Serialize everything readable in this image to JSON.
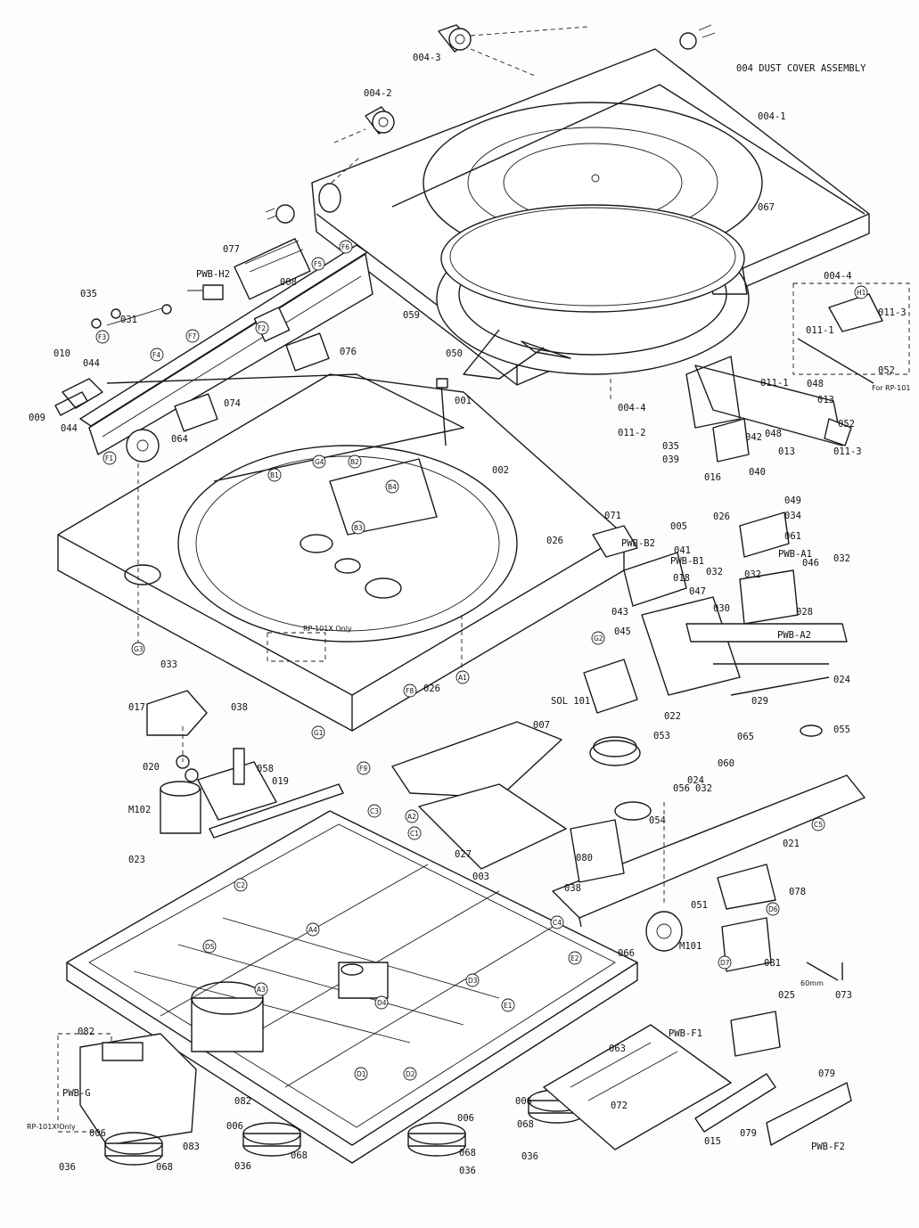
{
  "heading": "004 DUST COVER ASSEMBLY",
  "callouts": {
    "c004_3": "004-3",
    "c004_2": "004-2",
    "c004_1": "004-1",
    "c067": "067",
    "c004_4a": "004-4",
    "c004_4b": "004-4",
    "c077": "077",
    "cPWB_H2": "PWB-H2",
    "c008": "008",
    "c035": "035",
    "c031": "031",
    "c010": "010",
    "c044a": "044",
    "c044b": "044",
    "c009": "009",
    "c076": "076",
    "c074": "074",
    "c064": "064",
    "c059": "059",
    "c050": "050",
    "c001": "001",
    "c002": "002",
    "c011_1a": "011-1",
    "c011_1b": "011-1",
    "c011_3a": "011-3",
    "c011_3b": "011-3",
    "c011_2": "011-2",
    "c048a": "048",
    "c048b": "048",
    "c013a": "013",
    "c013b": "013",
    "c052a": "052",
    "c052b": "052",
    "c042": "042",
    "c035b": "035",
    "c039": "039",
    "c016": "016",
    "c040": "040",
    "c049": "049",
    "c034": "034",
    "c061": "061",
    "cPWB_A1": "PWB-A1",
    "c046": "046",
    "c032a": "032",
    "c032b": "032",
    "c032c": "032",
    "c032d": "032",
    "c071": "071",
    "c026a": "026",
    "c026b": "026",
    "c026c": "026",
    "cPWB_B2": "PWB-B2",
    "c005": "005",
    "c041": "041",
    "cPWB_B1": "PWB-B1",
    "c018": "018",
    "c047": "047",
    "c043": "043",
    "c045": "045",
    "c030": "030",
    "c028": "028",
    "cPWB_A2": "PWB-A2",
    "c024a": "024",
    "c024b": "024",
    "c029": "029",
    "cSOL101": "SOL 101",
    "c022": "022",
    "c065": "065",
    "c055": "055",
    "c053": "053",
    "c060": "060",
    "c056": "056",
    "c054": "054",
    "c021": "021",
    "c078": "078",
    "c033": "033",
    "c017": "017",
    "c038a": "038",
    "c038b": "038",
    "c020": "020",
    "c058": "058",
    "cM102": "M102",
    "c019": "019",
    "c007": "007",
    "c027": "027",
    "c003": "003",
    "c080": "080",
    "c051": "051",
    "cM101": "M101",
    "c066": "066",
    "c081": "081",
    "c025": "025",
    "c073": "073",
    "c023": "023",
    "c082a": "082",
    "c082b": "082",
    "cPWB_G": "PWB-G",
    "c006a": "006",
    "c006b": "006",
    "c006c": "006",
    "c006d": "006",
    "c068a": "068",
    "c068b": "068",
    "c068c": "068",
    "c068d": "068",
    "c036a": "036",
    "c036b": "036",
    "c036c": "036",
    "c036d": "036",
    "c083": "083",
    "c072": "072",
    "cPWB_F1": "PWB-F1",
    "c079a": "079",
    "c079b": "079",
    "c015": "015",
    "cPWB_F2": "PWB-F2",
    "c063": "063"
  },
  "notes": {
    "rp101x_only_a": "RP-101X Only",
    "rp101x_only_b": "RP-101X Only",
    "for_rp101": "For RP-101",
    "length_60mm": "60mm"
  },
  "refs": {
    "F1a": "F1",
    "F2": "F2",
    "F3": "F3",
    "F4": "F4",
    "F5": "F5",
    "F6": "F6",
    "F7": "F7",
    "F8": "F8",
    "F9": "F9",
    "G1": "G1",
    "G2": "G2",
    "G3": "G3",
    "G4": "G4",
    "B1": "B1",
    "B2": "B2",
    "B3": "B3",
    "B4": "B4",
    "A1": "A1",
    "A2": "A2",
    "A3": "A3",
    "A4": "A4",
    "C1": "C1",
    "C2": "C2",
    "C3": "C3",
    "C4": "C4",
    "C5": "C5",
    "D1": "D1",
    "D2": "D2",
    "D3": "D3",
    "D4": "D4",
    "D5": "D5",
    "D6": "D6",
    "D7": "D7",
    "E1": "E1",
    "E2": "E2",
    "H1": "H1"
  }
}
